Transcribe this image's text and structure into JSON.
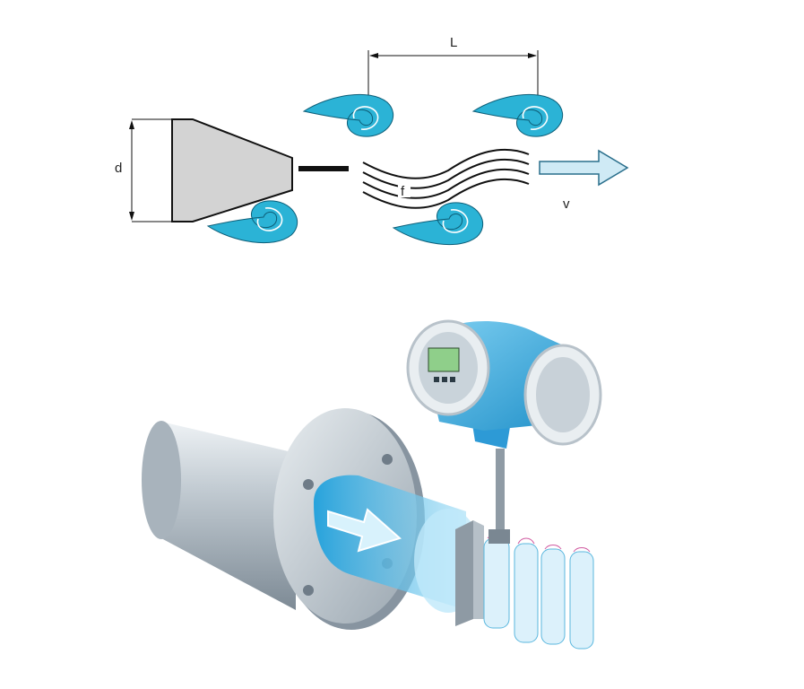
{
  "labels": {
    "diameter": "d",
    "vortex_spacing": "L",
    "frequency": "f",
    "velocity": "v"
  },
  "colors": {
    "vortex": "#2bb3d6",
    "bluff_body": "#d3d3d3",
    "flow_arrow": "#cfeaf5",
    "device_blue": "#3aa9e0",
    "pipe_gray": "#b9c3cb"
  }
}
